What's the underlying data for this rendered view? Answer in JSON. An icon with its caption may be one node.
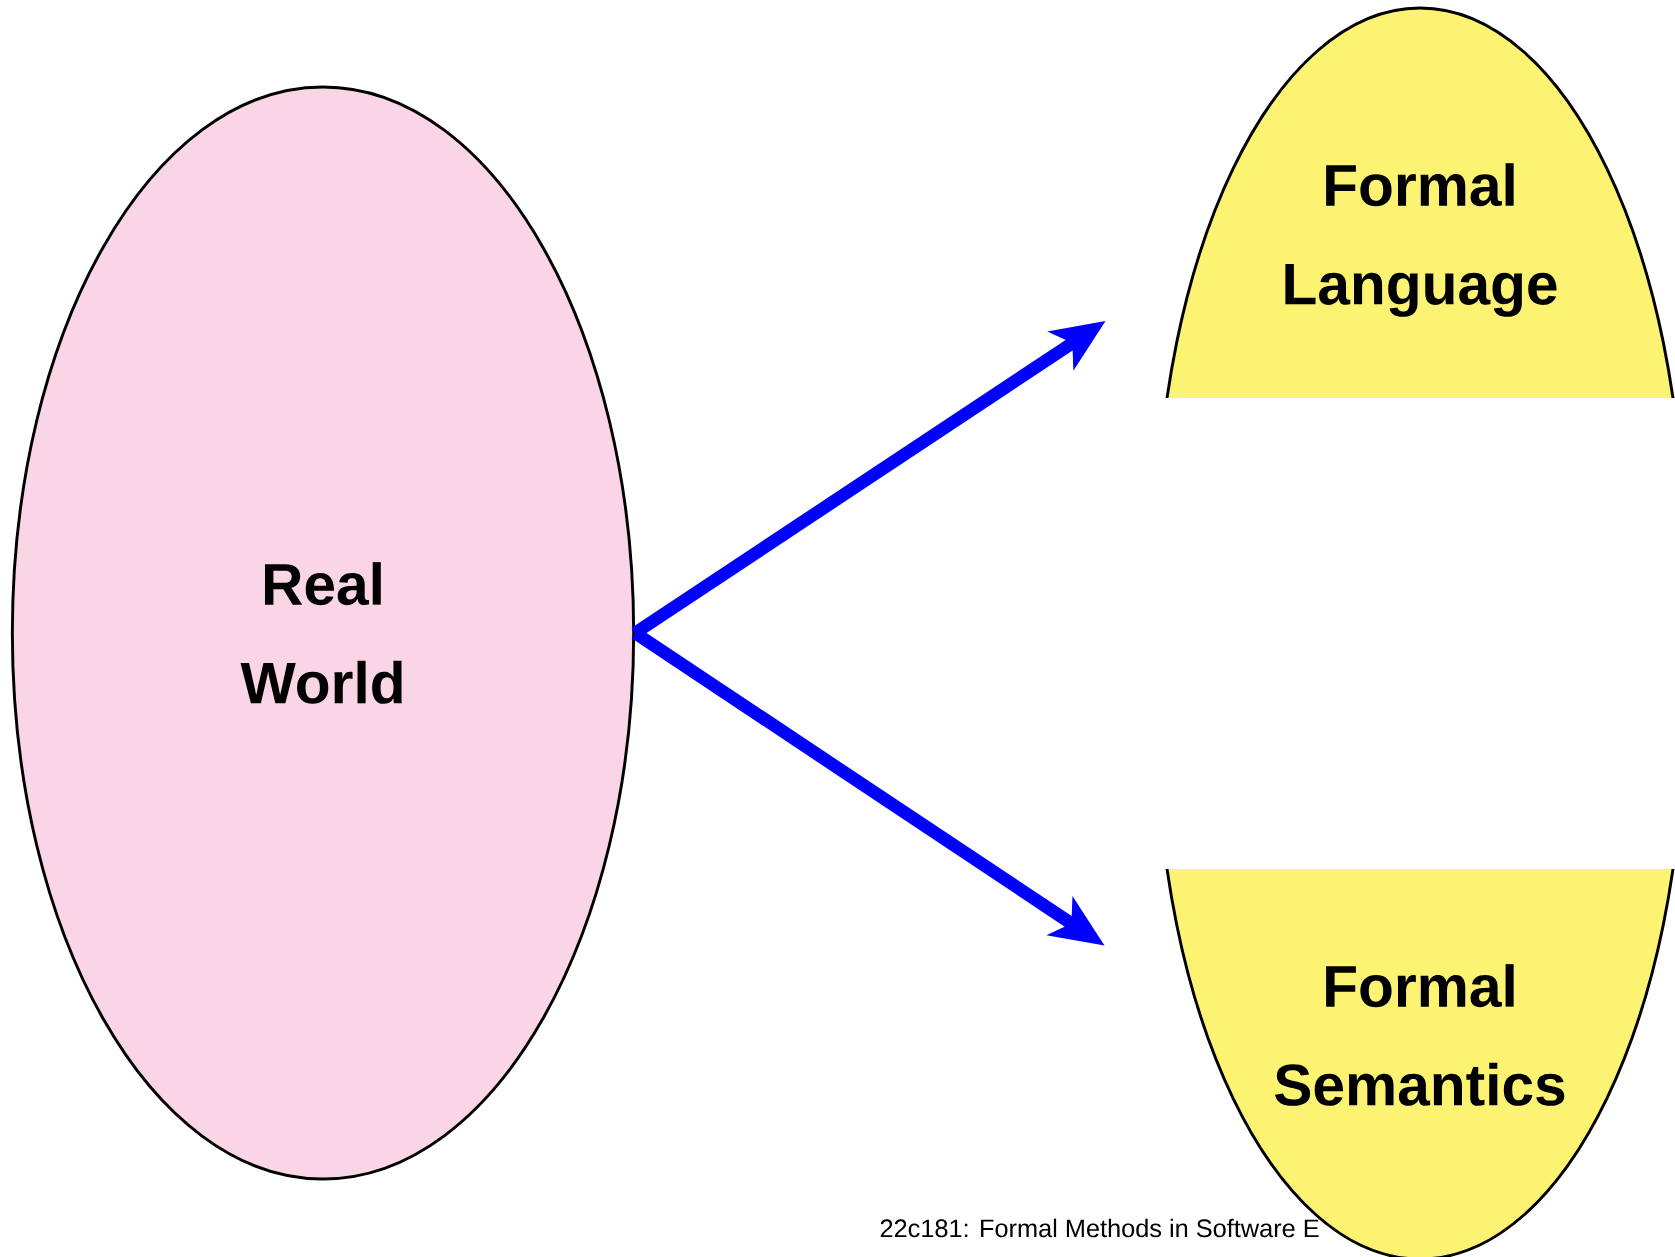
{
  "diagram": {
    "nodes": [
      {
        "text": [
          "Real World"
        ]
      },
      {
        "text": [
          "Formal Language"
        ]
      },
      {
        "text": [
          "Formal Semantics"
        ]
      }
    ],
    "edges": [
      {
        "from": 0,
        "to": 1,
        "arrow": "to"
      },
      {
        "from": 0,
        "to": 2,
        "arrow": "to"
      }
    ],
    "labels": [
      "22c181: Formal Methods in Software E"
    ]
  }
}
